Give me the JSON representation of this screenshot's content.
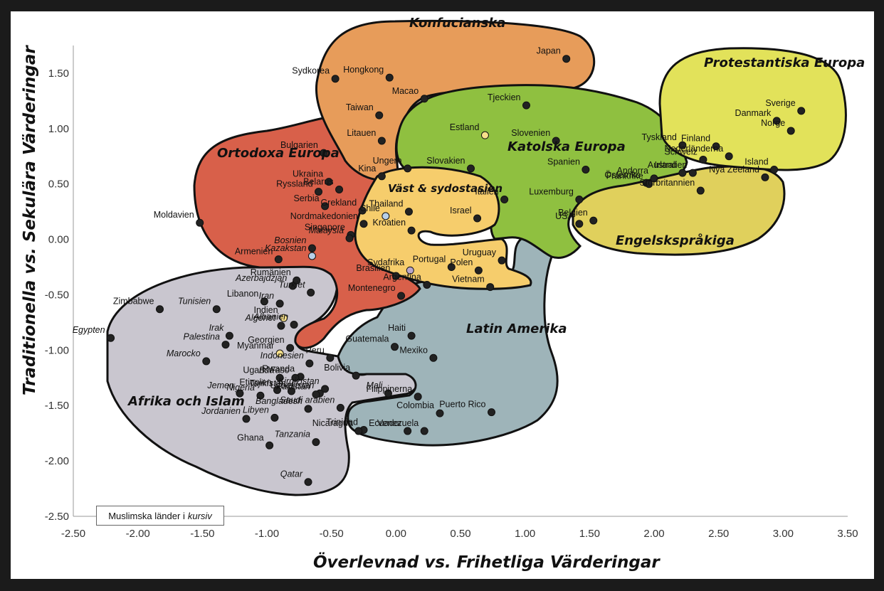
{
  "chart_data": {
    "type": "scatter",
    "title": "",
    "xlabel": "Överlevnad vs. Frihetliga Värderingar",
    "ylabel": "Traditionella vs. Sekulära Värderingar",
    "xlim": [
      -2.5,
      3.5
    ],
    "ylim": [
      -2.5,
      1.75
    ],
    "x_ticks": [
      "-2.50",
      "-2.00",
      "-1.50",
      "-1.00",
      "-0.50",
      "0.00",
      "0.50",
      "1.00",
      "1.50",
      "2.00",
      "2.50",
      "3.00",
      "3.50"
    ],
    "y_ticks": [
      "1.50",
      "1.00",
      "0.50",
      "0.00",
      "-0.50",
      "-1.00",
      "-1.50",
      "-2.00",
      "-2.50"
    ],
    "grid": false,
    "note": {
      "text": "Muslimska länder i",
      "italic_word": "kursiv"
    },
    "regions": [
      {
        "name": "Afrika och Islam",
        "color": "#c9c6cf"
      },
      {
        "name": "Latin Amerika",
        "color": "#9eb4b9"
      },
      {
        "name": "Ortodoxa Europa",
        "color": "#d8604a"
      },
      {
        "name": "Konfucianska",
        "color": "#e79c5a"
      },
      {
        "name": "Väst & sydostasien",
        "color": "#f6cd6c"
      },
      {
        "name": "Katolska Europa",
        "color": "#8fc040"
      },
      {
        "name": "Engelskspråkiga",
        "color": "#e0d05c"
      },
      {
        "name": "Protestantiska Europa",
        "color": "#e2e25a"
      }
    ],
    "points": [
      {
        "name": "Japan",
        "x": 1.32,
        "y": 1.63,
        "italic": false,
        "marker": "black"
      },
      {
        "name": "Sydkorea",
        "x": -0.47,
        "y": 1.45,
        "italic": false,
        "marker": "black"
      },
      {
        "name": "Hongkong",
        "x": -0.05,
        "y": 1.46,
        "italic": false,
        "marker": "black"
      },
      {
        "name": "Macao",
        "x": 0.22,
        "y": 1.27,
        "italic": false,
        "marker": "black"
      },
      {
        "name": "Taiwan",
        "x": -0.13,
        "y": 1.12,
        "italic": false,
        "marker": "black"
      },
      {
        "name": "Tjeckien",
        "x": 1.01,
        "y": 1.21,
        "italic": false,
        "marker": "black"
      },
      {
        "name": "Estland",
        "x": 0.69,
        "y": 0.94,
        "italic": false,
        "marker": "yellow"
      },
      {
        "name": "Litauen",
        "x": -0.11,
        "y": 0.89,
        "italic": false,
        "marker": "black"
      },
      {
        "name": "Slovenien",
        "x": 1.24,
        "y": 0.89,
        "italic": false,
        "marker": "black"
      },
      {
        "name": "Slovakien",
        "x": 0.58,
        "y": 0.64,
        "italic": false,
        "marker": "black"
      },
      {
        "name": "Ungern",
        "x": 0.09,
        "y": 0.64,
        "italic": false,
        "marker": "black"
      },
      {
        "name": "Spanien",
        "x": 1.47,
        "y": 0.63,
        "italic": false,
        "marker": "black"
      },
      {
        "name": "Kina",
        "x": -0.11,
        "y": 0.57,
        "italic": false,
        "marker": "black"
      },
      {
        "name": "Bulgarien",
        "x": -0.56,
        "y": 0.78,
        "italic": false,
        "marker": "black"
      },
      {
        "name": "Ukraina",
        "x": -0.52,
        "y": 0.52,
        "italic": false,
        "marker": "black"
      },
      {
        "name": "Ryssland",
        "x": -0.6,
        "y": 0.43,
        "italic": false,
        "marker": "black"
      },
      {
        "name": "Belarus",
        "x": -0.44,
        "y": 0.45,
        "italic": false,
        "marker": "black"
      },
      {
        "name": "Serbia",
        "x": -0.55,
        "y": 0.3,
        "italic": false,
        "marker": "black"
      },
      {
        "name": "Grekland",
        "x": -0.26,
        "y": 0.26,
        "italic": false,
        "marker": "black"
      },
      {
        "name": "Nordmakedonien",
        "x": -0.25,
        "y": 0.14,
        "italic": false,
        "marker": "black"
      },
      {
        "name": "Moldavien",
        "x": -1.52,
        "y": 0.15,
        "italic": false,
        "marker": "black"
      },
      {
        "name": "Armenien",
        "x": -0.91,
        "y": -0.18,
        "italic": false,
        "marker": "black"
      },
      {
        "name": "Bosnien",
        "x": -0.65,
        "y": -0.08,
        "italic": true,
        "marker": "black"
      },
      {
        "name": "Kazakstan",
        "x": -0.65,
        "y": -0.15,
        "italic": true,
        "marker": "lightblue"
      },
      {
        "name": "Rumänien",
        "x": -0.77,
        "y": -0.37,
        "italic": false,
        "marker": "black"
      },
      {
        "name": "Azerbajdzjan",
        "x": -0.8,
        "y": -0.42,
        "italic": true,
        "marker": "black"
      },
      {
        "name": "Turkiet",
        "x": -0.66,
        "y": -0.48,
        "italic": true,
        "marker": "black"
      },
      {
        "name": "Montenegro",
        "x": 0.04,
        "y": -0.51,
        "italic": false,
        "marker": "black"
      },
      {
        "name": "Georgien",
        "x": -0.82,
        "y": -0.98,
        "italic": false,
        "marker": "black"
      },
      {
        "name": "Thailand",
        "x": 0.1,
        "y": 0.25,
        "italic": false,
        "marker": "black"
      },
      {
        "name": "Chile",
        "x": -0.08,
        "y": 0.21,
        "italic": false,
        "marker": "lightblue"
      },
      {
        "name": "Singapore",
        "x": -0.35,
        "y": 0.04,
        "italic": false,
        "marker": "black"
      },
      {
        "name": "Malaysia",
        "x": -0.36,
        "y": 0.01,
        "italic": true,
        "marker": "black"
      },
      {
        "name": "Kroatien",
        "x": 0.12,
        "y": 0.08,
        "italic": false,
        "marker": "black"
      },
      {
        "name": "Israel",
        "x": 0.63,
        "y": 0.19,
        "italic": false,
        "marker": "black"
      },
      {
        "name": "Sydafrika",
        "x": 0.11,
        "y": -0.28,
        "italic": false,
        "marker": "purple"
      },
      {
        "name": "Brasilien",
        "x": 0.0,
        "y": -0.33,
        "italic": false,
        "marker": "black"
      },
      {
        "name": "Portugal",
        "x": 0.43,
        "y": -0.25,
        "italic": false,
        "marker": "black"
      },
      {
        "name": "Polen",
        "x": 0.64,
        "y": -0.28,
        "italic": false,
        "marker": "black"
      },
      {
        "name": "Vietnam",
        "x": 0.73,
        "y": -0.43,
        "italic": false,
        "marker": "black"
      },
      {
        "name": "Uruguay",
        "x": 0.82,
        "y": -0.19,
        "italic": false,
        "marker": "black"
      },
      {
        "name": "Argentina",
        "x": 0.24,
        "y": -0.41,
        "italic": false,
        "marker": "black"
      },
      {
        "name": "Italien",
        "x": 0.84,
        "y": 0.36,
        "italic": false,
        "marker": "black"
      },
      {
        "name": "Luxemburg",
        "x": 1.42,
        "y": 0.36,
        "italic": false,
        "marker": "black"
      },
      {
        "name": "Belgien",
        "x": 1.53,
        "y": 0.17,
        "italic": false,
        "marker": "black"
      },
      {
        "name": "USA",
        "x": 1.42,
        "y": 0.14,
        "italic": false,
        "marker": "black"
      },
      {
        "name": "Österrike",
        "x": 1.94,
        "y": 0.51,
        "italic": false,
        "marker": "black"
      },
      {
        "name": "Andorra",
        "x": 2.0,
        "y": 0.55,
        "italic": false,
        "marker": "black"
      },
      {
        "name": "Frankrike",
        "x": 1.96,
        "y": 0.5,
        "italic": false,
        "marker": "black"
      },
      {
        "name": "Australien",
        "x": 2.3,
        "y": 0.6,
        "italic": false,
        "marker": "black"
      },
      {
        "name": "Storbritannien",
        "x": 2.36,
        "y": 0.44,
        "italic": false,
        "marker": "black"
      },
      {
        "name": "Nya Zeeland",
        "x": 2.86,
        "y": 0.56,
        "italic": false,
        "marker": "black"
      },
      {
        "name": "Irland",
        "x": 2.22,
        "y": 0.6,
        "italic": false,
        "marker": "black"
      },
      {
        "name": "Danmark",
        "x": 2.95,
        "y": 1.07,
        "italic": false,
        "marker": "black"
      },
      {
        "name": "Sverige",
        "x": 3.14,
        "y": 1.16,
        "italic": false,
        "marker": "black"
      },
      {
        "name": "Norge",
        "x": 3.06,
        "y": 0.98,
        "italic": false,
        "marker": "black"
      },
      {
        "name": "Tyskland",
        "x": 2.22,
        "y": 0.85,
        "italic": false,
        "marker": "black"
      },
      {
        "name": "Finland",
        "x": 2.48,
        "y": 0.84,
        "italic": false,
        "marker": "black"
      },
      {
        "name": "Nederländerna",
        "x": 2.58,
        "y": 0.75,
        "italic": false,
        "marker": "black"
      },
      {
        "name": "Schweiz",
        "x": 2.38,
        "y": 0.72,
        "italic": false,
        "marker": "black"
      },
      {
        "name": "Island",
        "x": 2.93,
        "y": 0.63,
        "italic": false,
        "marker": "black"
      },
      {
        "name": "Zimbabwe",
        "x": -1.83,
        "y": -0.63,
        "italic": false,
        "marker": "black"
      },
      {
        "name": "Tunisien",
        "x": -1.39,
        "y": -0.63,
        "italic": true,
        "marker": "black"
      },
      {
        "name": "Libanon",
        "x": -1.02,
        "y": -0.56,
        "italic": false,
        "marker": "black"
      },
      {
        "name": "Iran",
        "x": -0.9,
        "y": -0.58,
        "italic": true,
        "marker": "black"
      },
      {
        "name": "Indien",
        "x": -0.87,
        "y": -0.71,
        "italic": false,
        "marker": "yellow"
      },
      {
        "name": "Albanien",
        "x": -0.79,
        "y": -0.77,
        "italic": true,
        "marker": "black"
      },
      {
        "name": "Algeriet",
        "x": -0.89,
        "y": -0.78,
        "italic": true,
        "marker": "black"
      },
      {
        "name": "Irak",
        "x": -1.29,
        "y": -0.87,
        "italic": true,
        "marker": "black"
      },
      {
        "name": "Palestina",
        "x": -1.32,
        "y": -0.95,
        "italic": true,
        "marker": "black"
      },
      {
        "name": "Egypten",
        "x": -2.21,
        "y": -0.89,
        "italic": true,
        "marker": "black"
      },
      {
        "name": "Marocko",
        "x": -1.47,
        "y": -1.1,
        "italic": true,
        "marker": "black"
      },
      {
        "name": "Myanmar",
        "x": -0.9,
        "y": -1.03,
        "italic": false,
        "marker": "yellow"
      },
      {
        "name": "Indonesien",
        "x": -0.67,
        "y": -1.12,
        "italic": true,
        "marker": "black"
      },
      {
        "name": "Rwanda",
        "x": -0.74,
        "y": -1.24,
        "italic": false,
        "marker": "black"
      },
      {
        "name": "Uganda",
        "x": -0.9,
        "y": -1.25,
        "italic": false,
        "marker": "black"
      },
      {
        "name": "Etiopien",
        "x": -0.92,
        "y": -1.36,
        "italic": false,
        "marker": "black"
      },
      {
        "name": "B. Faso",
        "x": -0.78,
        "y": -1.25,
        "italic": true,
        "marker": "black"
      },
      {
        "name": "Tajikistan",
        "x": -0.81,
        "y": -1.37,
        "italic": true,
        "marker": "black"
      },
      {
        "name": "Kirgizistan",
        "x": -0.55,
        "y": -1.35,
        "italic": true,
        "marker": "black"
      },
      {
        "name": "Uzbekistan",
        "x": -0.59,
        "y": -1.39,
        "italic": true,
        "marker": "black"
      },
      {
        "name": "Pakistan",
        "x": -0.62,
        "y": -1.4,
        "italic": true,
        "marker": "black"
      },
      {
        "name": "Jemen",
        "x": -1.21,
        "y": -1.39,
        "italic": true,
        "marker": "black"
      },
      {
        "name": "Nigeria",
        "x": -1.05,
        "y": -1.41,
        "italic": true,
        "marker": "black"
      },
      {
        "name": "Bangladesh",
        "x": -0.68,
        "y": -1.53,
        "italic": true,
        "marker": "black"
      },
      {
        "name": "Saudi arabien",
        "x": -0.43,
        "y": -1.52,
        "italic": true,
        "marker": "black"
      },
      {
        "name": "Jordanien",
        "x": -1.16,
        "y": -1.62,
        "italic": true,
        "marker": "black"
      },
      {
        "name": "Libyen",
        "x": -0.94,
        "y": -1.61,
        "italic": true,
        "marker": "black"
      },
      {
        "name": "Ghana",
        "x": -0.98,
        "y": -1.86,
        "italic": false,
        "marker": "black"
      },
      {
        "name": "Tanzania",
        "x": -0.62,
        "y": -1.83,
        "italic": true,
        "marker": "black"
      },
      {
        "name": "Qatar",
        "x": -0.68,
        "y": -2.19,
        "italic": true,
        "marker": "black"
      },
      {
        "name": "Mali",
        "x": -0.06,
        "y": -1.39,
        "italic": true,
        "marker": "black"
      },
      {
        "name": "Haiti",
        "x": 0.12,
        "y": -0.87,
        "italic": false,
        "marker": "black"
      },
      {
        "name": "Guatemala",
        "x": -0.01,
        "y": -0.97,
        "italic": false,
        "marker": "black"
      },
      {
        "name": "Peru",
        "x": -0.51,
        "y": -1.07,
        "italic": false,
        "marker": "black"
      },
      {
        "name": "Mexiko",
        "x": 0.29,
        "y": -1.07,
        "italic": false,
        "marker": "black"
      },
      {
        "name": "Bolivia",
        "x": -0.31,
        "y": -1.23,
        "italic": false,
        "marker": "black"
      },
      {
        "name": "Filippinerna",
        "x": 0.17,
        "y": -1.42,
        "italic": false,
        "marker": "black"
      },
      {
        "name": "Puerto Rico",
        "x": 0.74,
        "y": -1.56,
        "italic": false,
        "marker": "black"
      },
      {
        "name": "Colombia",
        "x": 0.34,
        "y": -1.57,
        "italic": false,
        "marker": "black"
      },
      {
        "name": "Ecuador",
        "x": 0.09,
        "y": -1.73,
        "italic": false,
        "marker": "black"
      },
      {
        "name": "Venezuela",
        "x": 0.22,
        "y": -1.73,
        "italic": false,
        "marker": "black"
      },
      {
        "name": "Trinidad",
        "x": -0.25,
        "y": -1.72,
        "italic": false,
        "marker": "black"
      },
      {
        "name": "Nicaragua",
        "x": -0.29,
        "y": -1.73,
        "italic": false,
        "marker": "black"
      }
    ]
  }
}
